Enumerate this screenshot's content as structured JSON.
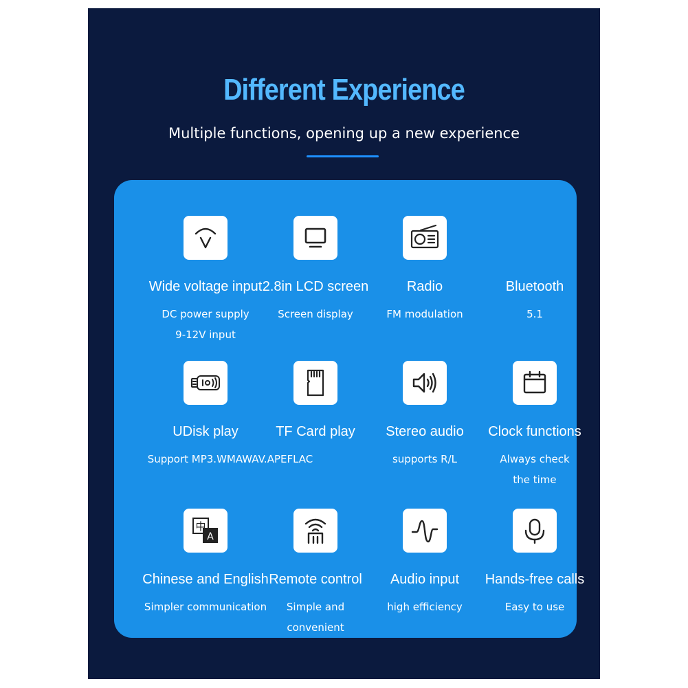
{
  "header": {
    "title": "Different Experience",
    "subtitle": "Multiple functions, opening up a new experience"
  },
  "colors": {
    "background": "#0b1a3e",
    "card": "#1a90e8",
    "title": "#53b8ff",
    "accent": "#1e90ff"
  },
  "features": [
    {
      "name": "Wide voltage input",
      "desc1": "DC power supply",
      "desc2": "9-12V input",
      "icon": "voltage-icon"
    },
    {
      "name": "2.8in LCD screen",
      "desc1": "Screen display",
      "desc2": "",
      "icon": "monitor-icon"
    },
    {
      "name": "Radio",
      "desc1": "FM  modulation",
      "desc2": "",
      "icon": "radio-icon"
    },
    {
      "name": "Bluetooth",
      "desc1": "5.1",
      "desc2": "",
      "icon": "bluetooth-icon"
    },
    {
      "name": "UDisk play",
      "desc1": "Support MP3.WMAWAV.APEFLAC",
      "desc2": "",
      "icon": "usb-drive-icon"
    },
    {
      "name": "TF Card play",
      "desc1": "",
      "desc2": "",
      "icon": "sd-card-icon"
    },
    {
      "name": "Stereo audio",
      "desc1": "supports R/L",
      "desc2": "",
      "icon": "speaker-icon"
    },
    {
      "name": "Clock functions",
      "desc1": "Always check",
      "desc2": "the time",
      "icon": "calendar-icon"
    },
    {
      "name": "Chinese and English",
      "desc1": "Simpler communication",
      "desc2": "",
      "icon": "language-icon",
      "icon_text1": "中",
      "icon_text2": "A"
    },
    {
      "name": "Remote control",
      "desc1": "Simple and",
      "desc2": "convenient",
      "icon": "remote-icon"
    },
    {
      "name": "Audio input",
      "desc1": "high efficiency",
      "desc2": "",
      "icon": "waveform-icon"
    },
    {
      "name": "Hands-free calls",
      "desc1": "Easy to use",
      "desc2": "",
      "icon": "microphone-icon"
    }
  ]
}
